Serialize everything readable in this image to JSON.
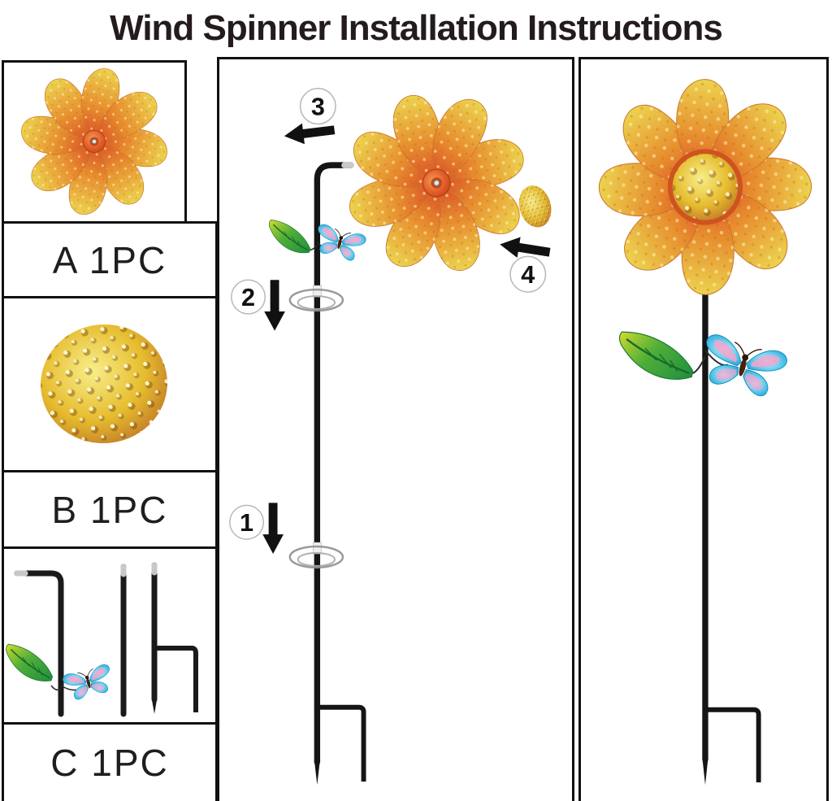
{
  "title": "Wind Spinner Installation Instructions",
  "parts": [
    {
      "id": "A",
      "label": "A 1PC"
    },
    {
      "id": "B",
      "label": "B 1PC"
    },
    {
      "id": "C",
      "label": "C 1PC"
    }
  ],
  "steps": [
    {
      "number": "1",
      "direction": "down"
    },
    {
      "number": "2",
      "direction": "down"
    },
    {
      "number": "3",
      "direction": "left"
    },
    {
      "number": "4",
      "direction": "left"
    }
  ],
  "colors": {
    "border": "#111111",
    "petal_gold": "#ecd34f",
    "petal_orange": "#d94f28",
    "hub_orange": "#e2602a",
    "dome_gold": "#e6bc2e",
    "dome_rim": "#9a5e1e",
    "leaf_green": "#1f8f3e",
    "butterfly_blue": "#59c9ec",
    "butterfly_pink": "#f2a3cd",
    "pole_black": "#1a1a1a"
  }
}
